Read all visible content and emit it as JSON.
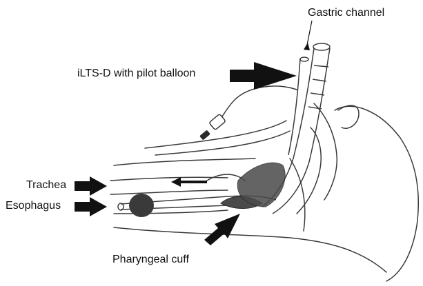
{
  "labels": {
    "gastric_channel": "Gastric channel",
    "ilts_d": "iLTS-D with pilot balloon",
    "trachea": "Trachea",
    "esophagus": "Esophagus",
    "pharyngeal_cuff": "Pharyngeal cuff"
  },
  "colors": {
    "ink": "#111111",
    "line": "#3a3a3a",
    "cuff_fill": "#4a4a4a",
    "background": "#ffffff"
  }
}
